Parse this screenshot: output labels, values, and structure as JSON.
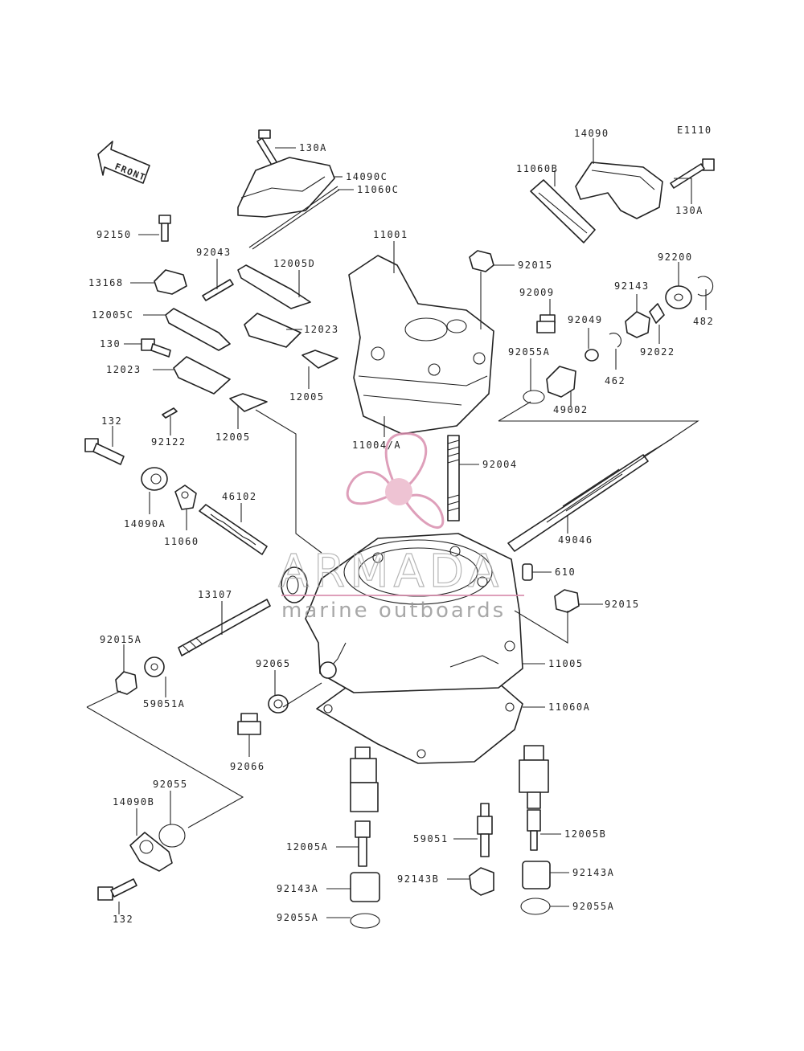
{
  "diagram_code": "E1110",
  "front_label": "FRONT",
  "watermark": {
    "brand": "ARMADA",
    "tagline": "marine outboards",
    "color": "#d98fae"
  },
  "labels": {
    "p130A_top": "130A",
    "p14090C": "14090C",
    "p11060C": "11060C",
    "p14090": "14090",
    "p11060B": "11060B",
    "p130A_right": "130A",
    "p92150": "92150",
    "p13168": "13168",
    "p92043": "92043",
    "p12005D": "12005D",
    "p11001": "11001",
    "p92015_top": "92015",
    "p92200": "92200",
    "p92143_top": "92143",
    "p482_right": "482",
    "p92009": "92009",
    "p92049": "92049",
    "p92022": "92022",
    "p462": "462",
    "p12005C": "12005C",
    "p12023_mid": "12023",
    "p130": "130",
    "p12023_left": "12023",
    "p12005_mid": "12005",
    "p92055A_mid": "92055A",
    "p49002": "49002",
    "p92122": "92122",
    "p12005_low": "12005",
    "p11004A": "11004/A",
    "p132_top": "132",
    "p92004": "92004",
    "p46102": "46102",
    "p14090A": "14090A",
    "p11060": "11060",
    "p49046": "49046",
    "p610": "610",
    "p13107": "13107",
    "p92015_right": "92015",
    "p92015A": "92015A",
    "p11005": "11005",
    "p92065": "92065",
    "p59051A": "59051A",
    "p11060A": "11060A",
    "p92066": "92066",
    "p92055_left": "92055",
    "p14090B": "14090B",
    "p59051": "59051",
    "p12005B": "12005B",
    "p12005A": "12005A",
    "p92143B": "92143B",
    "p92143A_right": "92143A",
    "p92143A_left": "92143A",
    "p92055A_right": "92055A",
    "p132_bottom": "132",
    "p92055A_left": "92055A"
  }
}
